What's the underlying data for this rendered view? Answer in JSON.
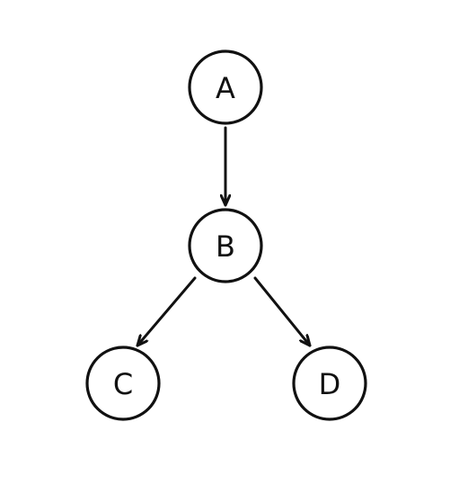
{
  "nodes": [
    {
      "id": "A",
      "label": "A"
    },
    {
      "id": "B",
      "label": "B"
    },
    {
      "id": "C",
      "label": "C"
    },
    {
      "id": "D",
      "label": "D"
    }
  ],
  "edges": [
    {
      "from": "A",
      "to": "B"
    },
    {
      "from": "B",
      "to": "C"
    },
    {
      "from": "B",
      "to": "D"
    }
  ],
  "colors": {
    "stroke": "#111111",
    "node_fill": "#ffffff",
    "background": "#ffffff"
  }
}
